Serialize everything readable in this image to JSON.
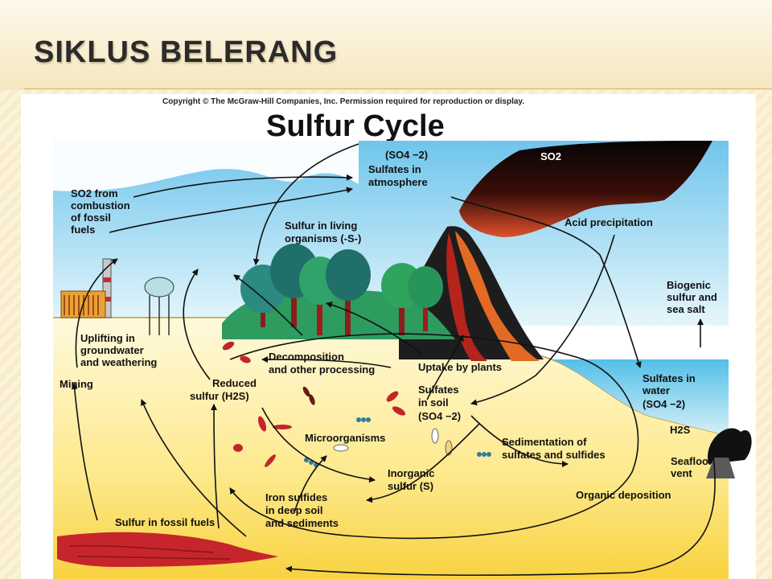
{
  "slide": {
    "title": "SIKLUS BELERANG"
  },
  "diagram": {
    "copyright": "Copyright © The McGraw-Hill Companies, Inc. Permission required for reproduction or display.",
    "title": "Sulfur Cycle",
    "cloud_label": "SO2",
    "atmosphere_formula": "(SO4 −2)",
    "atmosphere_label": [
      "Sulfates in",
      "atmosphere"
    ],
    "so2_combustion": [
      "SO2 from",
      "combustion",
      "of fossil",
      "fuels"
    ],
    "acid_precipitation": "Acid precipitation",
    "living_organisms": [
      "Sulfur in living",
      "organisms (-S-)"
    ],
    "biogenic": [
      "Biogenic",
      "sulfur and",
      "sea salt"
    ],
    "uplifting": [
      "Uplifting in",
      "groundwater",
      "and weathering"
    ],
    "mining": "Mining",
    "reduced_sulfur": [
      "Reduced",
      "sulfur (H2S)"
    ],
    "decomposition": [
      "Decomposition",
      "and other processing"
    ],
    "uptake": "Uptake by plants",
    "sulfates_soil": [
      "Sulfates",
      "in soil",
      "(SO4 −2)"
    ],
    "sulfates_water": [
      "Sulfates in",
      "water",
      "(SO4 −2)"
    ],
    "h2s": "H2S",
    "microorganisms": "Microorganisms",
    "sedimentation": [
      "Sedimentation of",
      "sulfates and sulfides"
    ],
    "seafloor_vent": [
      "Seafloor",
      "vent"
    ],
    "inorganic_sulfur": [
      "Inorganic",
      "sulfur (S)"
    ],
    "iron_sulfides": [
      "Iron sulfides",
      "in deep soil",
      "and sediments"
    ],
    "organic_deposition": "Organic deposition",
    "fossil_fuels": "Sulfur in fossil fuels"
  }
}
